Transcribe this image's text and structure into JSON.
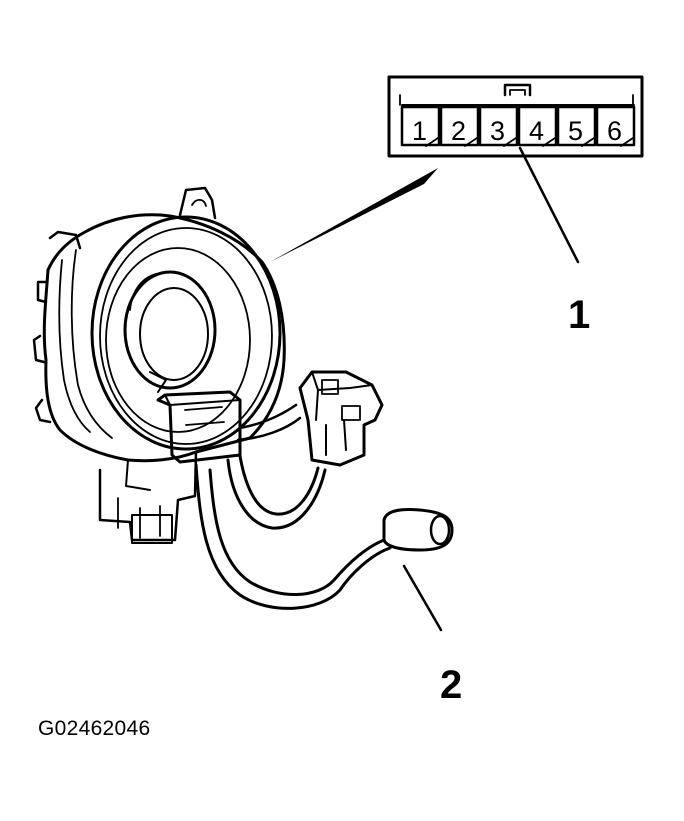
{
  "connector": {
    "pins": [
      "1",
      "2",
      "3",
      "4",
      "5",
      "6"
    ]
  },
  "callouts": {
    "c1": "1",
    "c2": "2"
  },
  "figure_id": "G02462046",
  "colors": {
    "ink": "#000000",
    "paper": "#ffffff"
  }
}
